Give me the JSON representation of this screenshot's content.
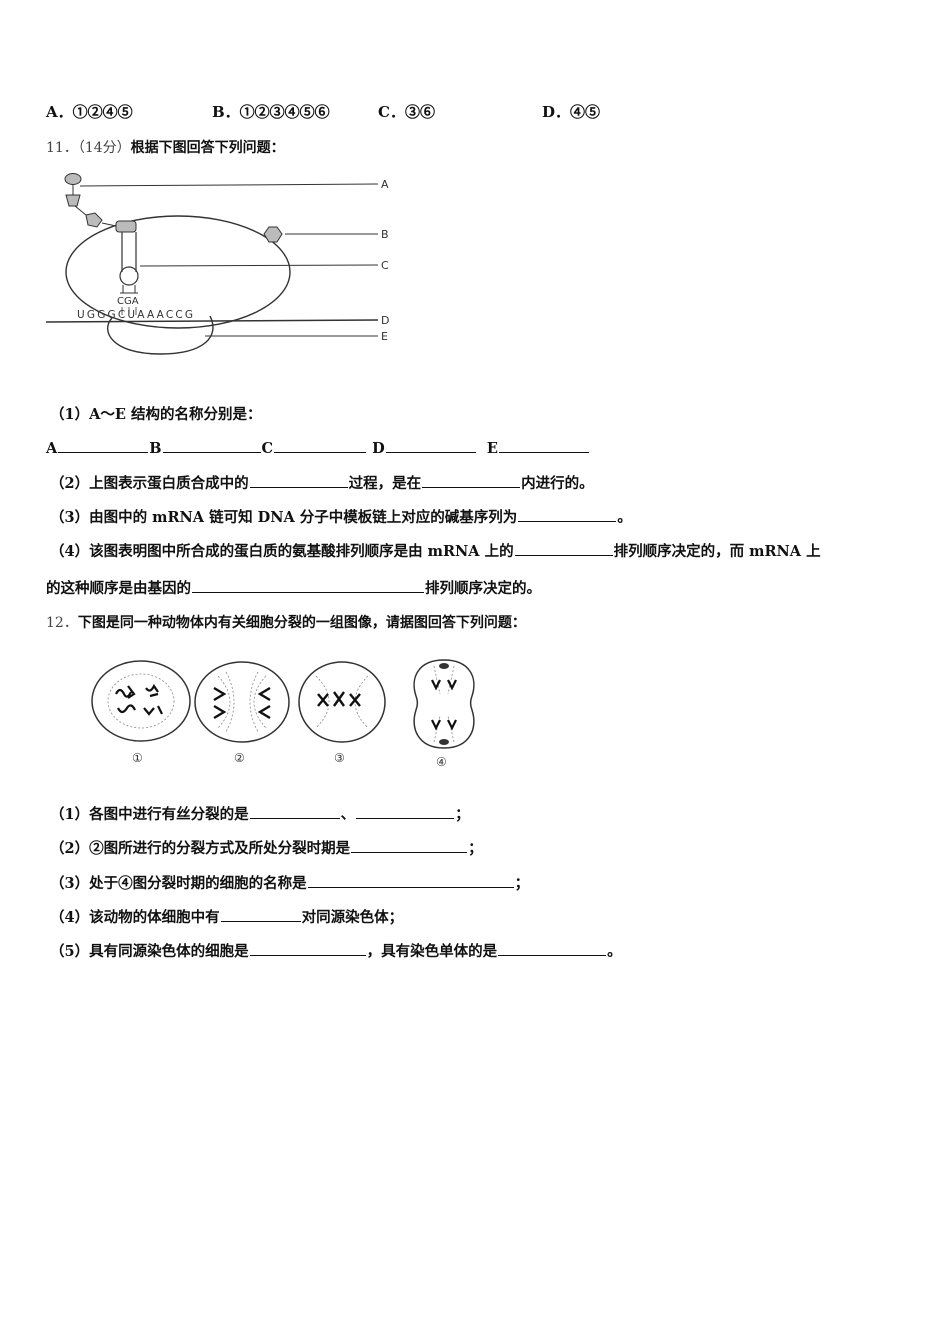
{
  "options": {
    "a": "A．①②④⑤",
    "b": "B．①②③④⑤⑥",
    "c": "C．③⑥",
    "d": "D．④⑤"
  },
  "q11": {
    "header_num": "11．（14分）",
    "header_text": "根据下图回答下列问题：",
    "figure_labels": [
      "A",
      "B",
      "C",
      "D",
      "E"
    ],
    "anticodon": "CGA",
    "mrna_sequence": "UGGGCUAAACCG",
    "s1": "（1）A～E 结构的名称分别是：",
    "s1_letters": [
      "A",
      "B",
      "C",
      "D",
      "E"
    ],
    "s2": [
      "（2）上图表示蛋白质合成中的",
      "过程，是在",
      "内进行的。"
    ],
    "s3": [
      "（3）由图中的 mRNA 链可知 DNA 分子中模板链上对应的碱基序列为",
      "。"
    ],
    "s4a": [
      "（4）该图表明图中所合成的蛋白质的氨基酸排列顺序是由 mRNA 上的",
      "排列顺序决定的，而 mRNA 上"
    ],
    "s4b": [
      "的这种顺序是由基因的",
      "排列顺序决定的。"
    ]
  },
  "q12": {
    "header_num": "12．",
    "header_text": "下图是同一种动物体内有关细胞分裂的一组图像，请据图回答下列问题：",
    "cell_labels": [
      "①",
      "②",
      "③",
      "④"
    ],
    "s1": [
      "（1）各图中进行有丝分裂的是",
      "、",
      "；"
    ],
    "s2": [
      "（2）②图所进行的分裂方式及所处分裂时期是",
      "；"
    ],
    "s3": [
      "（3）处于④图分裂时期的细胞的名称是",
      "；"
    ],
    "s4": [
      "（4）该动物的体细胞中有",
      "对同源染色体；"
    ],
    "s5": [
      "（5）具有同源染色体的细胞是",
      "，具有染色单体的是",
      "。"
    ]
  }
}
